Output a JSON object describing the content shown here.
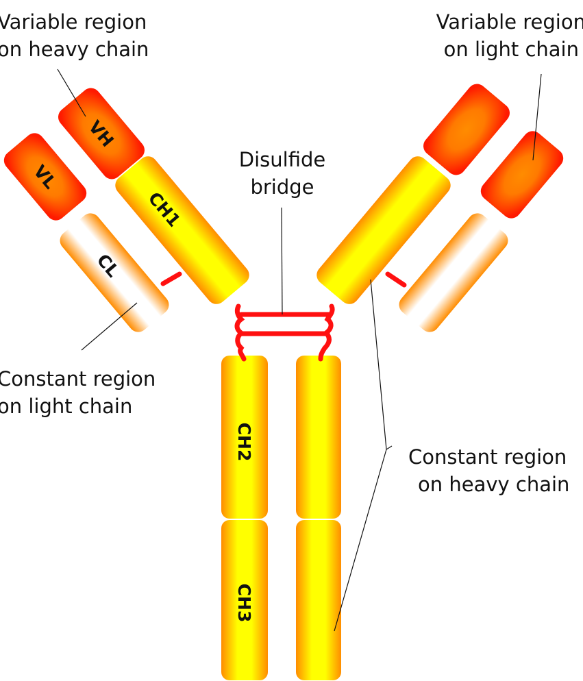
{
  "title": "Antibody structure",
  "labels": {
    "variable_heavy": [
      "Variable region",
      "on heavy chain"
    ],
    "variable_light": [
      "Variable region",
      "on light chain"
    ],
    "disulfide": [
      "Disulfide",
      "bridge"
    ],
    "constant_light": [
      "Constant region",
      "on light chain"
    ],
    "constant_heavy": [
      "Constant region",
      "on heavy chain"
    ]
  },
  "domains": {
    "vh": "VH",
    "vl": "VL",
    "ch1": "CH1",
    "cl": "CL",
    "ch2": "CH2",
    "ch3": "CH3"
  },
  "colors": {
    "variable_edge": "#ff1a00",
    "variable_core": "#ff8a00",
    "heavy_edge": "#ff8c00",
    "heavy_core": "#ffff00",
    "light_edge": "#ff8c00",
    "light_core": "#ffffff",
    "bond": "#ff1010"
  }
}
